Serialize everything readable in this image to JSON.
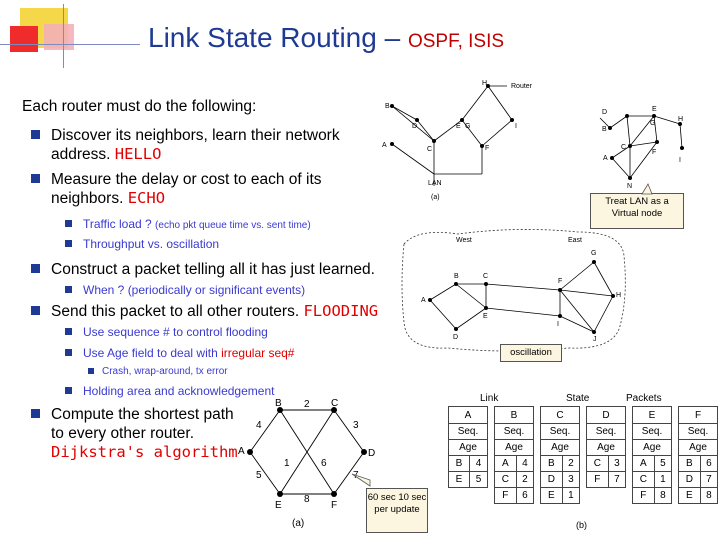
{
  "title": {
    "main": "Link State Routing –",
    "sub": "OSPF, ISIS"
  },
  "intro": "Each router must do the following:",
  "bullets": {
    "b1_text": "Discover its neighbors, learn their network",
    "b1_text2": "address.",
    "b1_red": "HELLO",
    "b2_text": "Measure the delay or cost to each of its",
    "b2_text2": "neighbors.",
    "b2_red": "ECHO",
    "b2_sub1": "Traffic load ?",
    "b2_sub1_small": "(echo pkt queue time vs. sent time)",
    "b2_sub2": "Throughput vs. oscillation",
    "b3_text": "Construct a packet telling all it has just learned.",
    "b3_sub1": "When ? (periodically or significant events)",
    "b4_text": "Send this packet to all other routers.",
    "b4_red": "FLOODING",
    "b4_sub1": "Use sequence # to control flooding",
    "b4_sub2_a": "Use Age field to deal with",
    "b4_sub2_red": "irregular seq#",
    "b4_sub2_sub": "Crash, wrap-around, tx error",
    "b4_sub3": "Holding area and acknowledgement",
    "b5_text1": "Compute the shortest path",
    "b5_text2": "to every other router.",
    "b5_red": "Dijkstra's algorithm"
  },
  "lan_diagram": {
    "router_label": "Router",
    "lan_label": "LAN",
    "caption": "(a)",
    "nodes_a": [
      "B",
      "D",
      "E",
      "G",
      "I",
      "A",
      "C",
      "F",
      "H"
    ],
    "nodes_b": [
      "D",
      "E",
      "G",
      "H",
      "B",
      "C",
      "A",
      "F",
      "I",
      "N"
    ]
  },
  "callouts": {
    "treat_lan": "Treat LAN as a Virtual node",
    "oscillation": "oscillation",
    "timer": "60 sec 10 sec per update"
  },
  "west_east": {
    "west": "West",
    "east": "East",
    "nodes": [
      "G",
      "B",
      "C",
      "F",
      "H",
      "A",
      "E",
      "I",
      "D",
      "J"
    ]
  },
  "graph_a": {
    "caption": "(a)",
    "nodes": [
      "B",
      "C",
      "A",
      "D",
      "E",
      "F"
    ],
    "weights": [
      "2",
      "4",
      "3",
      "1",
      "6",
      "5",
      "7",
      "8"
    ]
  },
  "packets": {
    "caption": "(b)",
    "headers": [
      "Link",
      "State",
      "Packets"
    ],
    "tables": [
      {
        "name": "A",
        "seq": "Seq.",
        "age": "Age",
        "rows": [
          [
            "B",
            "4"
          ],
          [
            "E",
            "5"
          ]
        ]
      },
      {
        "name": "B",
        "seq": "Seq.",
        "age": "Age",
        "rows": [
          [
            "A",
            "4"
          ],
          [
            "C",
            "2"
          ],
          [
            "F",
            "6"
          ]
        ]
      },
      {
        "name": "C",
        "seq": "Seq.",
        "age": "Age",
        "rows": [
          [
            "B",
            "2"
          ],
          [
            "D",
            "3"
          ],
          [
            "E",
            "1"
          ]
        ]
      },
      {
        "name": "D",
        "seq": "Seq.",
        "age": "Age",
        "rows": [
          [
            "C",
            "3"
          ],
          [
            "F",
            "7"
          ]
        ]
      },
      {
        "name": "E",
        "seq": "Seq.",
        "age": "Age",
        "rows": [
          [
            "A",
            "5"
          ],
          [
            "C",
            "1"
          ],
          [
            "F",
            "8"
          ]
        ]
      },
      {
        "name": "F",
        "seq": "Seq.",
        "age": "Age",
        "rows": [
          [
            "B",
            "6"
          ],
          [
            "D",
            "7"
          ],
          [
            "E",
            "8"
          ]
        ]
      }
    ]
  },
  "colors": {
    "title": "#1f3a93",
    "red": "#e00000",
    "sub": "#3a3ad0",
    "callout_bg": "#fcf6e0"
  }
}
